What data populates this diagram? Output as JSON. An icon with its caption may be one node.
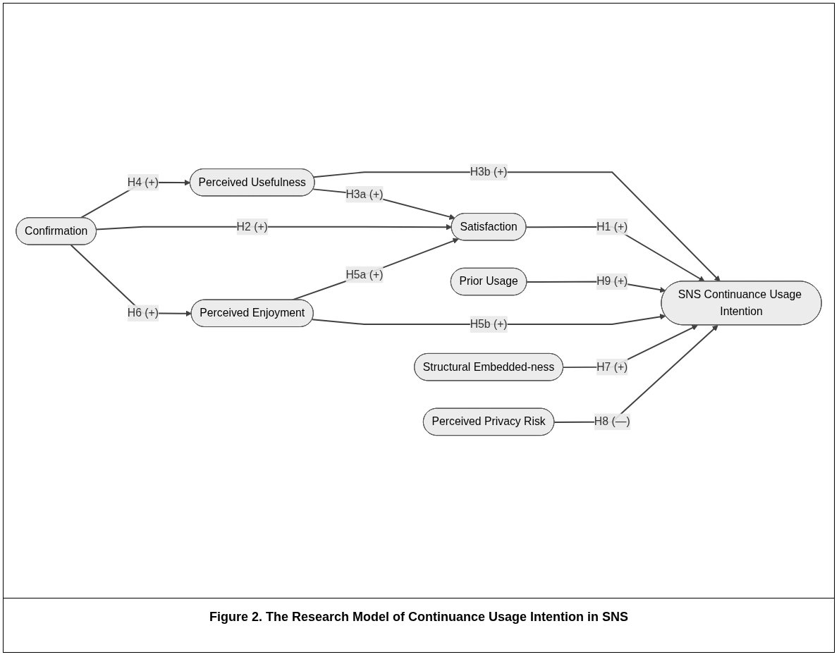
{
  "diagram": {
    "caption": "Figure 2. The Research Model of Continuance Usage Intention in SNS",
    "nodes": [
      {
        "text": [
          "Perceived Usefulness"
        ]
      },
      {
        "text": [
          "Prior Usage"
        ]
      },
      {
        "text": [
          "Confirmation"
        ]
      },
      {
        "text": [
          "Satisfaction"
        ]
      },
      {
        "text": [
          "Perceived Enjoyment"
        ]
      },
      {
        "text": [
          "SNS Continuance Usage Intention"
        ]
      },
      {
        "text": [
          "Structural Embedded-ness"
        ]
      },
      {
        "text": [
          "Perceived Privacy Risk"
        ]
      }
    ],
    "edges": [
      {
        "from": 2,
        "to": 0,
        "arrow": "to",
        "label": "H4 (+)"
      },
      {
        "from": 0,
        "to": 3,
        "arrow": "to",
        "label": "H3a (+)"
      },
      {
        "from": 2,
        "to": 3,
        "arrow": "to",
        "label": "H2 (+)"
      },
      {
        "from": 2,
        "to": 4,
        "arrow": "to",
        "label": "H6 (+)"
      },
      {
        "from": 4,
        "to": 3,
        "arrow": "to",
        "label": "H5a (+)"
      },
      {
        "from": 0,
        "to": 5,
        "arrow": "to",
        "label": "H3b (+)"
      },
      {
        "from": 3,
        "to": 5,
        "arrow": "to",
        "label": "H1 (+)"
      },
      {
        "from": 1,
        "to": 5,
        "arrow": "to",
        "label": "H9 (+)"
      },
      {
        "from": 4,
        "to": 5,
        "arrow": "to",
        "label": "H5b (+)"
      },
      {
        "from": 6,
        "to": 5,
        "arrow": "to",
        "label": "H7 (+)"
      },
      {
        "from": 7,
        "to": 5,
        "arrow": "to",
        "label": "H8 (—)"
      }
    ]
  }
}
